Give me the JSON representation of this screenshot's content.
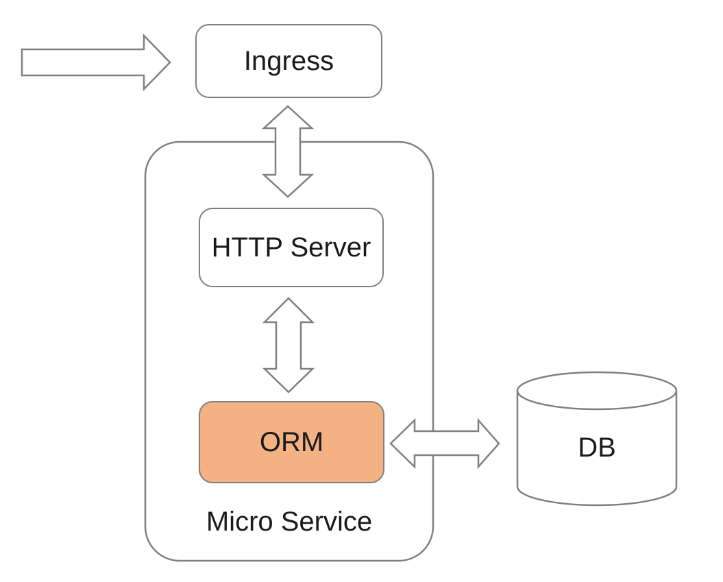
{
  "diagram": {
    "colors": {
      "background": "#ffffff",
      "stroke": "#808080",
      "text": "#1a1a1a",
      "orm_fill": "#f4b183"
    },
    "nodes": {
      "ingress": {
        "label": "Ingress",
        "shape": "rounded-rect"
      },
      "http_server": {
        "label": "HTTP Server",
        "shape": "rounded-rect"
      },
      "orm": {
        "label": "ORM",
        "shape": "rounded-rect",
        "fill": "#f4b183"
      },
      "micro_service": {
        "label": "Micro Service",
        "shape": "rounded-container"
      },
      "db": {
        "label": "DB",
        "shape": "cylinder"
      }
    },
    "arrows": [
      {
        "name": "inbound-arrow",
        "type": "block-arrow",
        "direction": "right",
        "from": "external",
        "to": "ingress"
      },
      {
        "name": "ingress-http-arrow",
        "type": "double-block-arrow",
        "direction": "vertical",
        "from": "ingress",
        "to": "http_server"
      },
      {
        "name": "http-orm-arrow",
        "type": "double-block-arrow",
        "direction": "vertical",
        "from": "http_server",
        "to": "orm"
      },
      {
        "name": "orm-db-arrow",
        "type": "double-block-arrow",
        "direction": "horizontal",
        "from": "orm",
        "to": "db"
      }
    ]
  }
}
